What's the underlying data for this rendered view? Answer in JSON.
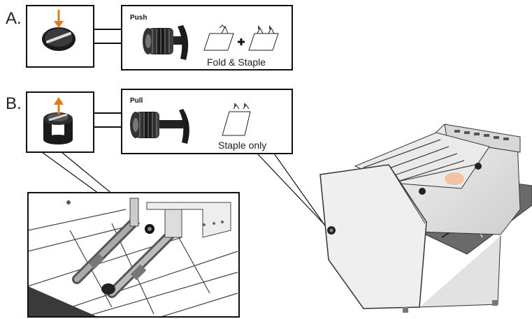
{
  "step_a": {
    "letter": "A.",
    "knob_label": "Push",
    "caption": "Fold & Staple",
    "icon": "arrow-down-icon"
  },
  "step_b": {
    "letter": "B.",
    "knob_label": "Pull",
    "caption": "Staple only",
    "icon": "arrow-up-icon"
  },
  "colors": {
    "arrow": "#e07a20",
    "line": "#111111",
    "machine_body": "#e6e6e6",
    "tray": "#6a6a6a",
    "knob": "#2a2a2a"
  }
}
